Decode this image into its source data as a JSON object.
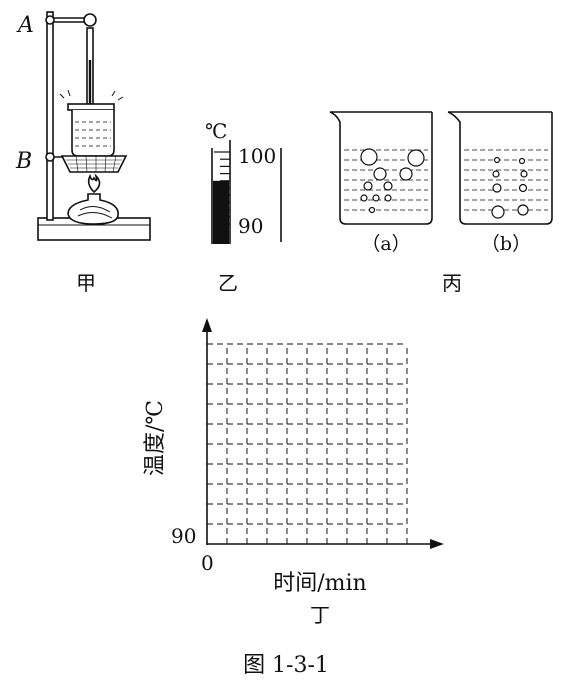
{
  "apparatus": {
    "stand_label_a": "A",
    "stand_label_b": "B",
    "caption": "甲"
  },
  "thermometer": {
    "unit": "℃",
    "label_high": "100",
    "label_low": "90",
    "reading_celsius": 96,
    "caption": "乙"
  },
  "beakers": {
    "label_a": "（a）",
    "label_b": "（b）",
    "caption": "丙"
  },
  "graph": {
    "y_axis_label": "温度/℃",
    "x_axis_label": "时间/min",
    "y_start_label": "90",
    "origin_label": "0",
    "grid_columns": 10,
    "grid_rows": 10,
    "caption": "丁"
  },
  "figure_caption": "图 1-3-1"
}
